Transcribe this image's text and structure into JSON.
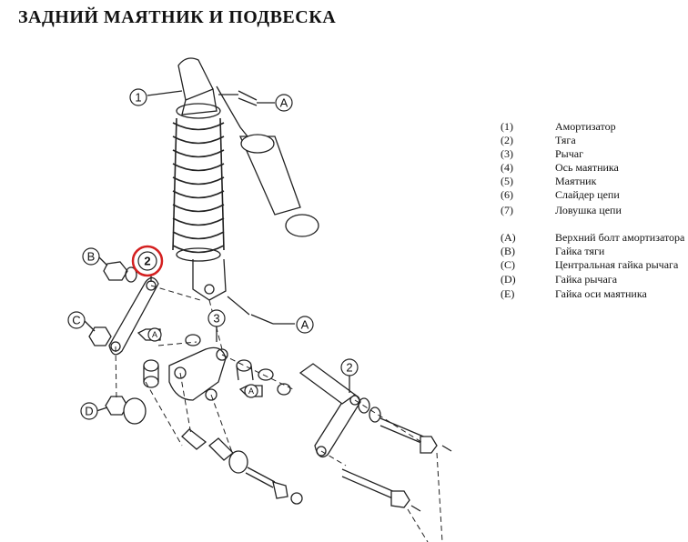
{
  "title": "ЗАДНИЙ МАЯТНИК И ПОДВЕСКА",
  "legend": [
    {
      "key": "(1)",
      "text": "Амортизатор"
    },
    {
      "key": "(2)",
      "text": "Тяга"
    },
    {
      "key": "(3)",
      "text": "Рычаг"
    },
    {
      "key": "(4)",
      "text": "Ось маятника"
    },
    {
      "key": "(5)",
      "text": "Маятник"
    },
    {
      "key": "(6)",
      "text": "Слайдер цепи"
    },
    {
      "key": "(7)",
      "text": "Ловушка цепи"
    },
    {
      "key": "(A)",
      "text": "Верхний болт амортизатора"
    },
    {
      "key": "(B)",
      "text": "Гайка тяги"
    },
    {
      "key": "(C)",
      "text": "Центральная гайка рычага"
    },
    {
      "key": "(D)",
      "text": "Гайка рычага"
    },
    {
      "key": "(E)",
      "text": "Гайка оси маятника"
    }
  ],
  "callouts": {
    "one": "1",
    "two": "2",
    "three": "3",
    "a": "A",
    "b": "B",
    "c": "C",
    "d": "D"
  },
  "highlight_color": "#d42020"
}
